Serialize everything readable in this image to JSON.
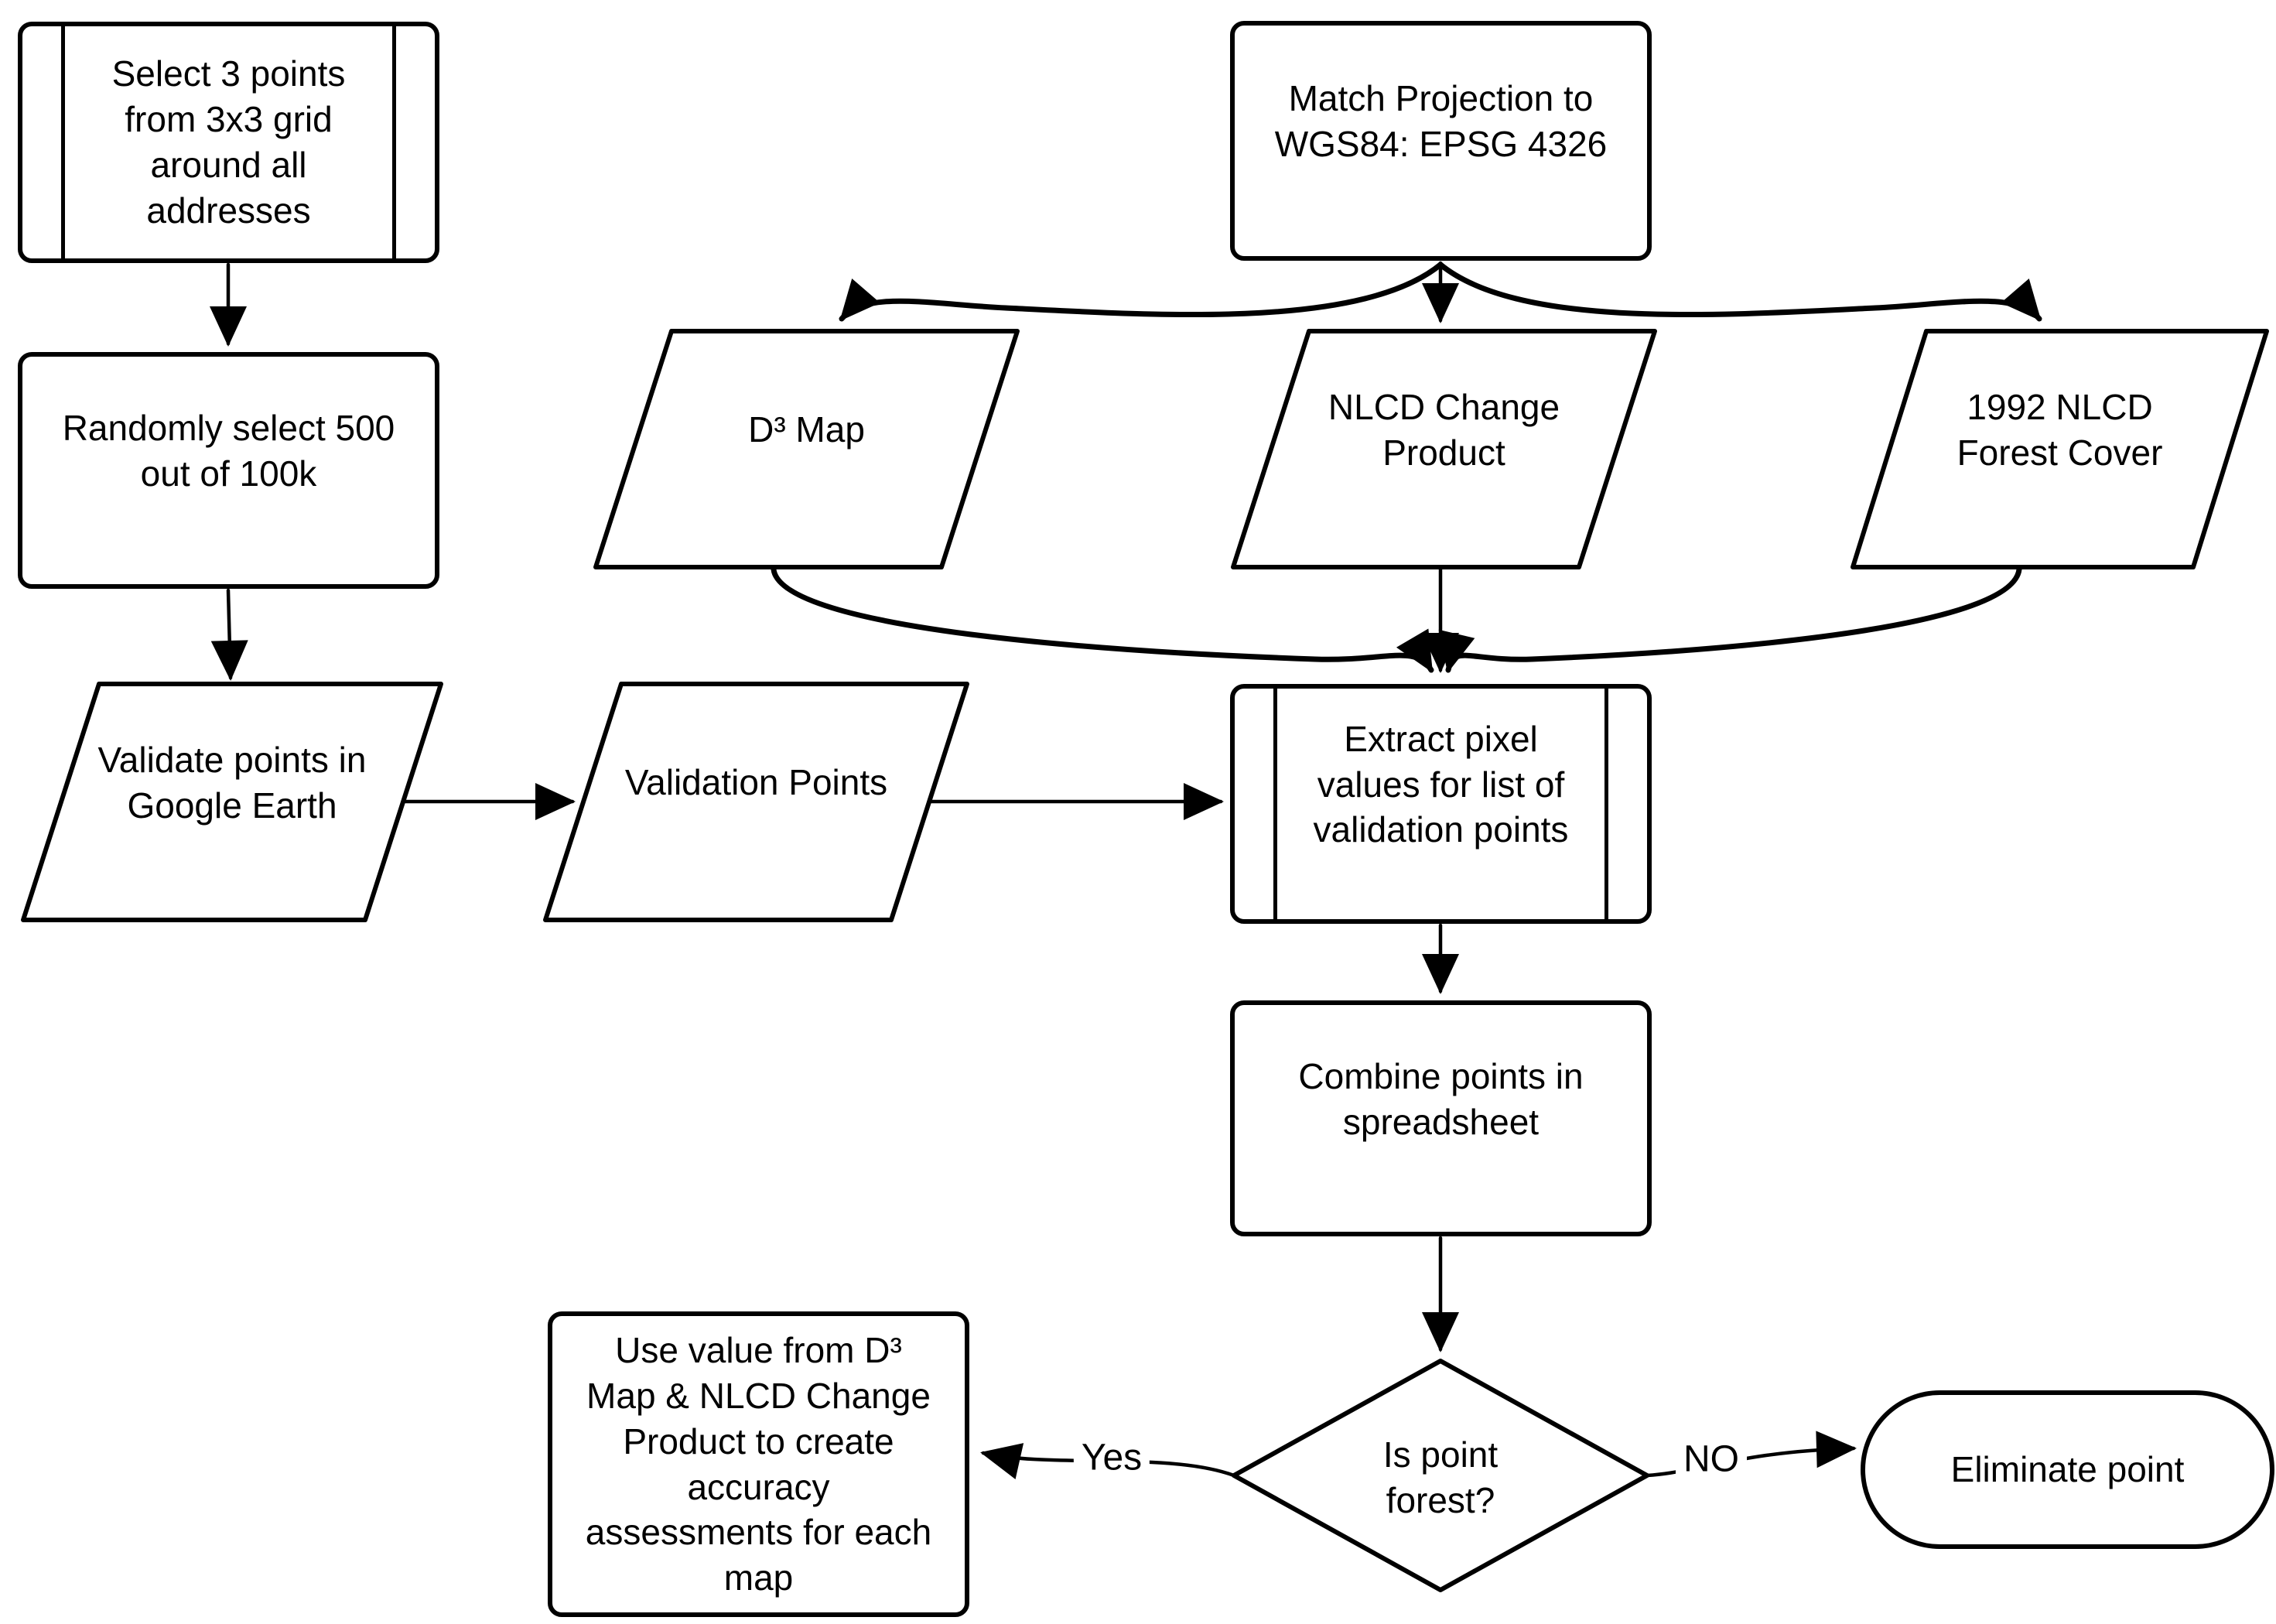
{
  "diagram": {
    "background": "#ffffff",
    "stroke_color": "#000000",
    "nodes": {
      "select_points": {
        "shape": "predefined-process",
        "label": "Select 3 points\nfrom 3x3 grid\naround all\naddresses"
      },
      "random_select": {
        "shape": "process",
        "label": "Randomly select 500\nout of 100k"
      },
      "validate_points": {
        "shape": "data",
        "label": "Validate points in\nGoogle Earth"
      },
      "validation_points": {
        "shape": "data",
        "label": "Validation Points"
      },
      "match_projection": {
        "shape": "process",
        "label": "Match Projection to\nWGS84: EPSG 4326"
      },
      "d3_map": {
        "shape": "data",
        "label": "D³ Map"
      },
      "nlcd_change": {
        "shape": "data",
        "label": "NLCD Change\nProduct"
      },
      "nlcd_1992": {
        "shape": "data",
        "label": "1992 NLCD\nForest Cover"
      },
      "extract_pixels": {
        "shape": "predefined-process",
        "label": "Extract pixel\nvalues for list of\nvalidation points"
      },
      "combine_points": {
        "shape": "process",
        "label": "Combine points in\nspreadsheet"
      },
      "is_point_forest": {
        "shape": "decision",
        "label": "Is point\nforest?"
      },
      "use_value": {
        "shape": "process",
        "label": "Use value from D³\nMap & NLCD Change\nProduct to create\naccuracy\nassessments for each\nmap"
      },
      "eliminate_point": {
        "shape": "terminator",
        "label": "Eliminate point"
      }
    },
    "edge_labels": {
      "yes": "Yes",
      "no": "NO"
    }
  }
}
